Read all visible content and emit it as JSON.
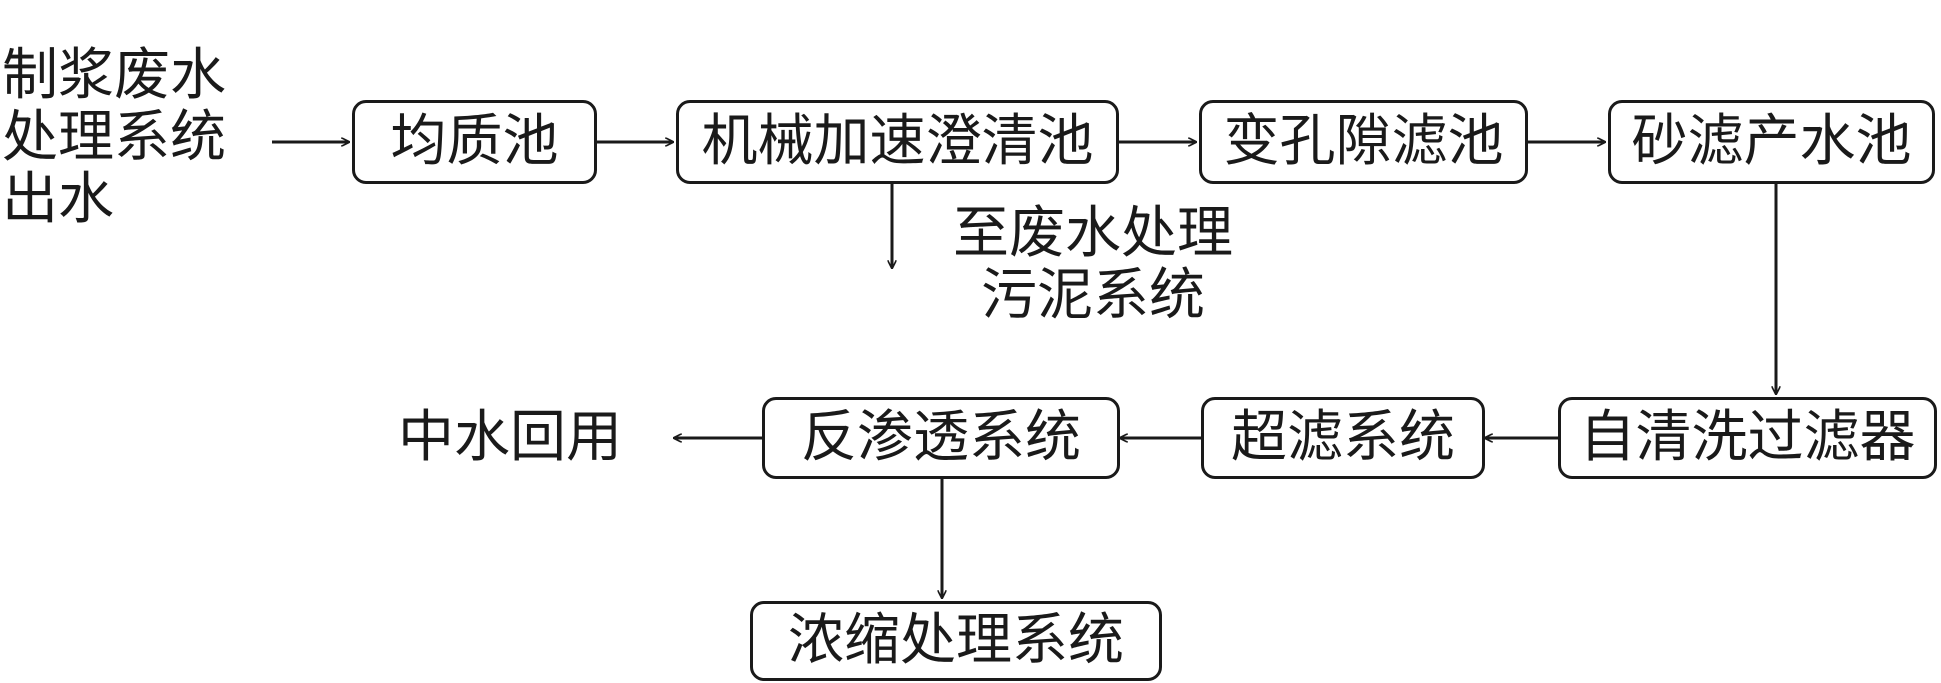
{
  "source": {
    "lines": [
      "制浆废水",
      "处理系统",
      "出水"
    ]
  },
  "nodes": {
    "homogenizing_tank": "均质池",
    "mechanical_clarifier": "机械加速澄清池",
    "variable_pore_filter": "变孔隙滤池",
    "sand_filter_tank": "砂滤产水池",
    "self_cleaning_filter": "自清洗过滤器",
    "ultrafiltration": "超滤系统",
    "reverse_osmosis": "反渗透系统",
    "concentrate_treatment": "浓缩处理系统"
  },
  "outputs": {
    "sludge": [
      "至废水处理",
      "污泥系统"
    ],
    "reuse": "中水回用"
  },
  "colors": {
    "line": "#1a1a1a",
    "background": "#ffffff"
  }
}
